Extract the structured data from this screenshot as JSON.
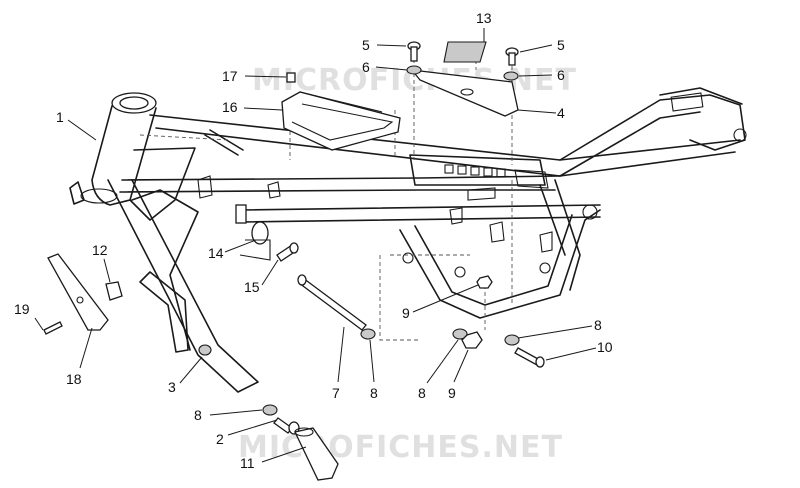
{
  "diagram": {
    "callouts": [
      "1",
      "2",
      "3",
      "4",
      "5",
      "5",
      "6",
      "6",
      "7",
      "8",
      "8",
      "8",
      "8",
      "9",
      "9",
      "10",
      "11",
      "12",
      "13",
      "14",
      "15",
      "16",
      "17",
      "18",
      "19"
    ],
    "watermarks": [
      "MICROFICHES.NET",
      "MICROFICHES.NET"
    ]
  }
}
